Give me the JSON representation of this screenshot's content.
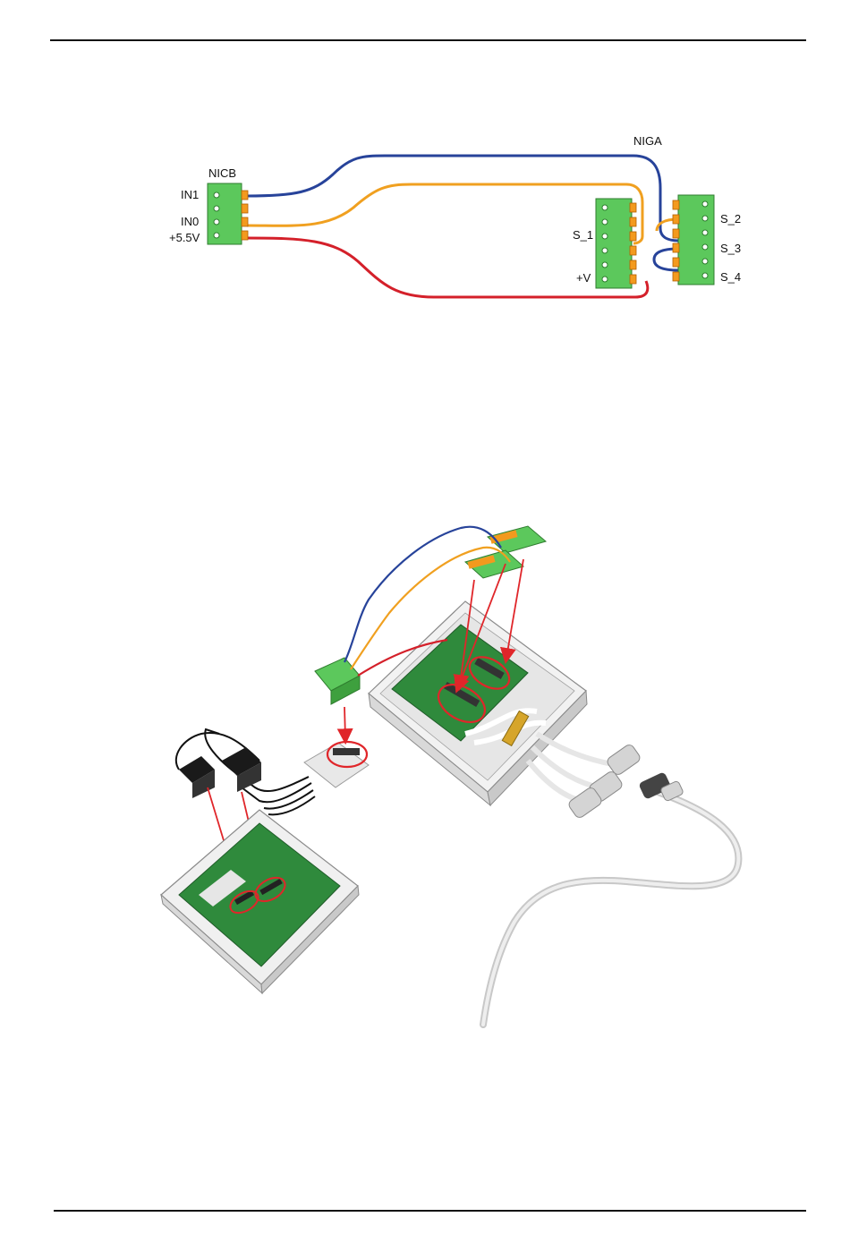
{
  "wiring_diagram": {
    "nicb": {
      "title": "NICB",
      "pins": [
        "IN1",
        "IN0",
        "+5.5V"
      ]
    },
    "niga": {
      "title": "NIGA",
      "left_block_pins": [
        "S_1",
        "+V"
      ],
      "right_block_pins": [
        "S_2",
        "S_3",
        "S_4"
      ]
    }
  },
  "colors": {
    "terminal_green": "#5cc85c",
    "terminal_orange": "#f39a1e",
    "wire_blue": "#27439a",
    "wire_orange": "#f0a020",
    "wire_red": "#d4202a",
    "pcb_green": "#2f8a3c",
    "highlight_red": "#e0262a"
  }
}
